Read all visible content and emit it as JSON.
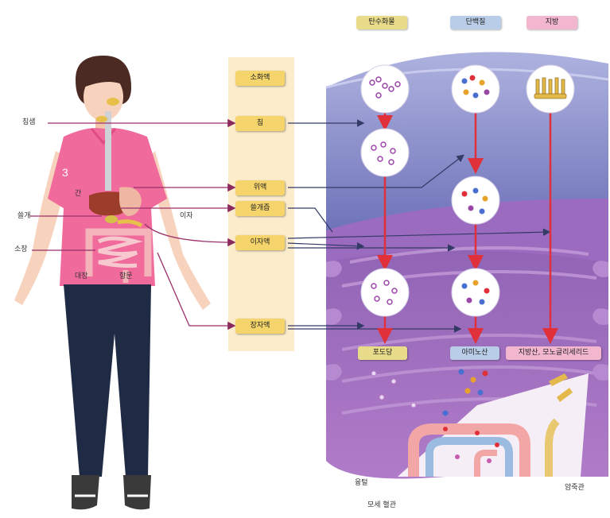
{
  "legend": {
    "carbohydrate": "탄수화물",
    "protein": "단백질",
    "fat": "지방"
  },
  "colors": {
    "carbohydrate": "#e8dc8a",
    "protein": "#b9cde8",
    "fat": "#f2b6cf",
    "arrow": "#e0303a",
    "pathway": "#9a2f6a",
    "shirt": "#f06a9b",
    "intestine": "#8e4fa8",
    "panel": "#fbeccb"
  },
  "body_labels": {
    "mouth": "침샘",
    "liver": "간",
    "gallbladder": "쓸개",
    "pancreas": "이자",
    "small_intestine": "소장",
    "large_intestine": "대장",
    "rectum": "항문"
  },
  "digestive_juices": {
    "header": "소화액",
    "saliva": "침",
    "gastric": "위액",
    "bile": "쓸개즙",
    "pancreatic": "이자액",
    "intestinal": "장자액"
  },
  "products": {
    "glucose": "포도당",
    "amino_acid": "아미노산",
    "fat_products": "지방산, 모노글리세리드"
  },
  "villus_labels": {
    "villus": "융털",
    "capillary": "모세 혈관",
    "lacteal": "암죽관"
  }
}
